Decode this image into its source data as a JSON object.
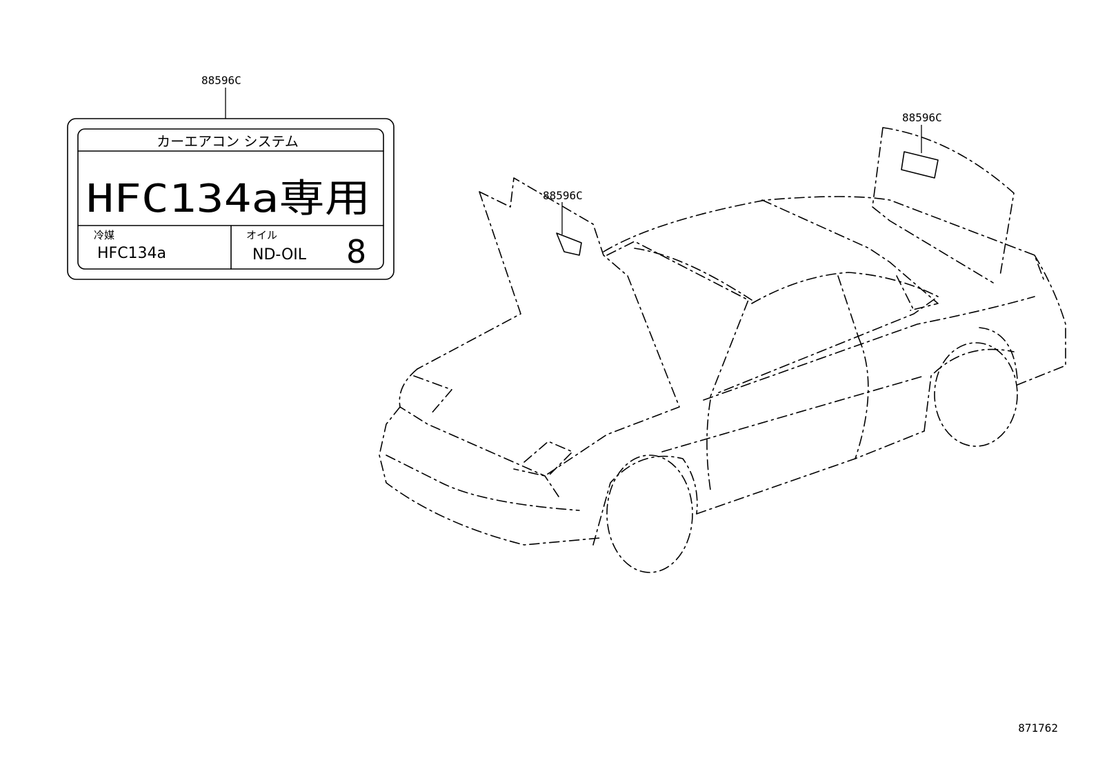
{
  "callouts": {
    "label_part": "88596C",
    "hood_part": "88596C",
    "trunk_part": "88596C"
  },
  "label": {
    "header": "カーエアコン システム",
    "main_text": "HFC134a専用",
    "refrigerant_heading": "冷媒",
    "refrigerant_value": "HFC134a",
    "oil_heading": "オイル",
    "oil_value": "ND-OIL",
    "oil_number": "8"
  },
  "figure_number": "871762"
}
